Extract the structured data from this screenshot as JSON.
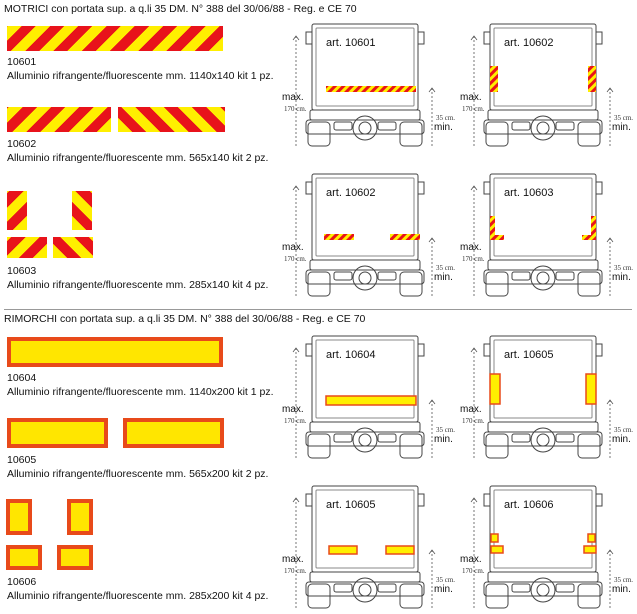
{
  "motrici": {
    "title": "MOTRICI con portata sup. a q.li 35 DM. N° 388 del 30/06/88 - Reg. e CE 70",
    "items": [
      {
        "code": "10601",
        "desc": "Alluminio rifrangente/fluorescente mm. 1140x140 kit 1 pz."
      },
      {
        "code": "10602",
        "desc": "Alluminio rifrangente/fluorescente mm. 565x140 kit 2 pz."
      },
      {
        "code": "10603",
        "desc": "Alluminio rifrangente/fluorescente mm. 285x140 kit 4 pz."
      }
    ]
  },
  "rimorchi": {
    "title": "RIMORCHI con portata sup. a q.li 35 DM. N° 388 del 30/06/88 - Reg. e CE 70",
    "items": [
      {
        "code": "10604",
        "desc": "Alluminio rifrangente/fluorescente mm. 1140x200 kit 1 pz."
      },
      {
        "code": "10605",
        "desc": "Alluminio rifrangente/fluorescente mm. 565x200 kit 2 pz."
      },
      {
        "code": "10606",
        "desc": "Alluminio rifrangente/fluorescente mm. 285x200 kit 4 pz."
      }
    ]
  },
  "dims": {
    "max": "max.",
    "max_val": "170 cm.",
    "min_val": "35 cm.",
    "min": "min."
  },
  "trucks": [
    {
      "label": "art. 10601"
    },
    {
      "label": "art. 10602"
    },
    {
      "label": "art. 10602"
    },
    {
      "label": "art. 10603"
    },
    {
      "label": "art. 10604"
    },
    {
      "label": "art. 10605"
    },
    {
      "label": "art. 10605"
    },
    {
      "label": "art. 10606"
    }
  ],
  "colors": {
    "yellow": "#ffef00",
    "red": "#e8131b",
    "orange_border": "#e84a1a"
  }
}
